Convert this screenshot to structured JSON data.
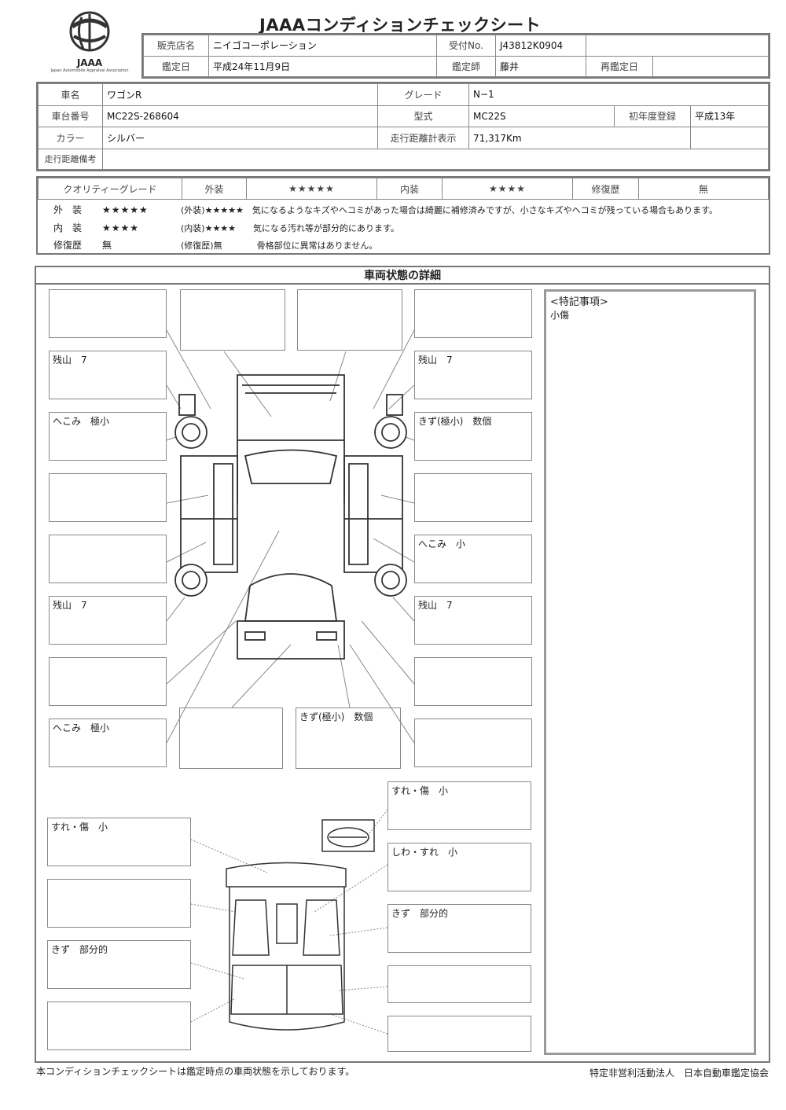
{
  "doc": {
    "title": "JAAAコンディションチェックシート",
    "logo": {
      "name": "JAAA",
      "sub": "Japan Automobile Appraisal Association"
    }
  },
  "header_rows": [
    [
      {
        "label": "販売店名",
        "value": "ニイゴコーポレーション"
      },
      {
        "label": "受付No.",
        "value": "J43812K0904"
      }
    ],
    [
      {
        "label": "鑑定日",
        "value": "平成24年11月9日"
      },
      {
        "label": "鑑定師",
        "value": "藤井"
      },
      {
        "label": "再鑑定日",
        "value": ""
      }
    ]
  ],
  "vehicle": {
    "name_label": "車名",
    "name": "ワゴンR",
    "grade_label": "グレード",
    "grade": "N−1",
    "chassis_label": "車台番号",
    "chassis": "MC22S-268604",
    "model_label": "型式",
    "model": "MC22S",
    "first_reg_label": "初年度登録",
    "first_reg": "平成13年",
    "color_label": "カラー",
    "color": "シルバー",
    "mileage_label": "走行距離計表示",
    "mileage": "71,317Km",
    "mileage_note_label": "走行距離備考",
    "mileage_note": ""
  },
  "quality": {
    "grade_label": "クオリティーグレード",
    "exterior_label": "外装",
    "exterior_stars": "★★★★★",
    "interior_label": "内装",
    "interior_stars": "★★★★",
    "repair_label": "修復歴",
    "repair_value": "無",
    "lines": [
      {
        "k": "外　装",
        "v": "★★★★★",
        "note": "(外装)★★★★★　気になるようなキズやヘコミがあった場合は綺麗に補修済みですが、小さなキズやヘコミが残っている場合もあります。"
      },
      {
        "k": "内　装",
        "v": "★★★★",
        "note": "(内装)★★★★　　気になる汚れ等が部分的にあります。"
      },
      {
        "k": "修復歴",
        "v": "無",
        "note": "(修復歴)無　　　　骨格部位に異常はありません。"
      }
    ]
  },
  "detail": {
    "title": "車両状態の詳細",
    "notes_title": "<特記事項>",
    "notes_text": "小傷"
  },
  "callouts": {
    "l1": "",
    "l2": "残山　7",
    "l3": "へこみ　極小",
    "l4": "",
    "l5": "",
    "l6": "残山　7",
    "l7": "",
    "l8": "へこみ　極小",
    "t2": "",
    "t3": "",
    "r1": "",
    "r2": "残山　7",
    "r3": "きず(極小)　数個",
    "r4": "",
    "r5": "へこみ　小",
    "r6": "残山　7",
    "r7": "",
    "r8": "",
    "b1": "",
    "b2": "きず(極小)　数個",
    "il1": "すれ・傷　小",
    "il2": "",
    "il3": "きず　部分的",
    "il4": "",
    "ir1": "すれ・傷　小",
    "ir2": "しわ・すれ　小",
    "ir3": "きず　部分的",
    "ir4": "",
    "ir5": ""
  },
  "footer": {
    "left": "本コンディションチェックシートは鑑定時点の車両状態を示しております。",
    "right": "特定非営利活動法人　日本自動車鑑定協会"
  }
}
